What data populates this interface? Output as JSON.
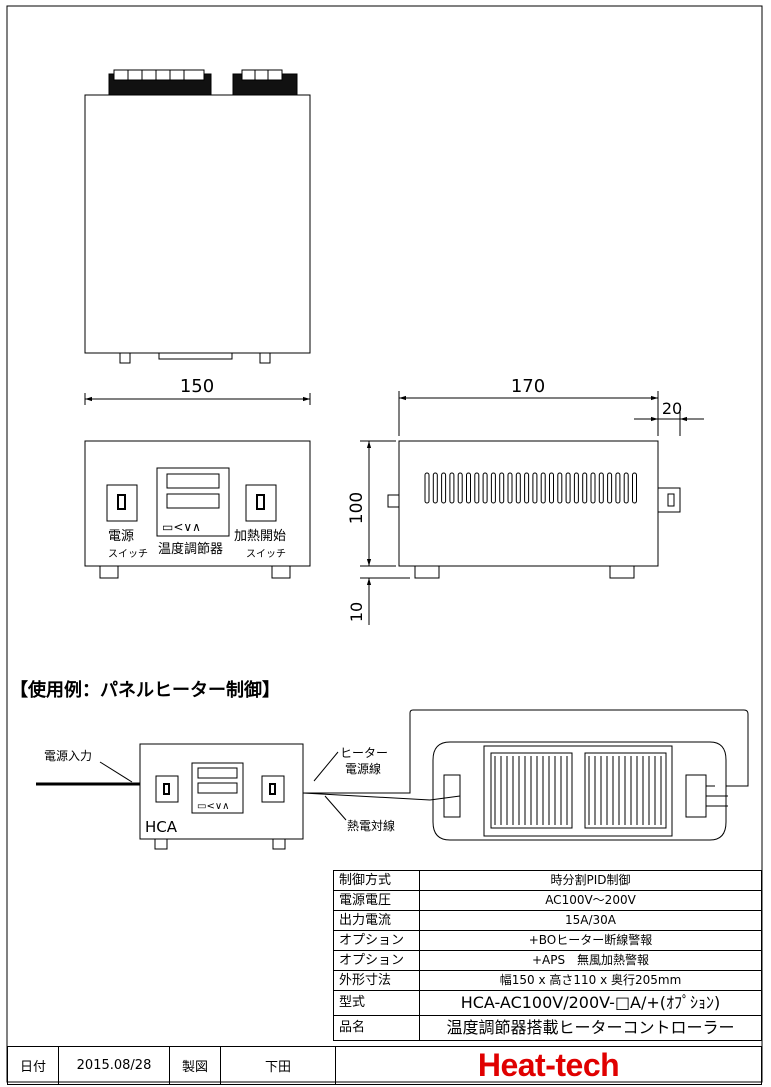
{
  "drawing": {
    "dimensions": {
      "width": "150",
      "depth": "170",
      "rear_protrusion": "20",
      "height": "100",
      "foot_height": "10"
    },
    "front_labels": {
      "power": "電源",
      "power_sub": "スイッチ",
      "controller": "温度調節器",
      "heat_start": "加熱開始",
      "heat_start_sub": "スイッチ"
    }
  },
  "example": {
    "title": "【使用例：パネルヒーター制御】",
    "power_input": "電源入力",
    "heater_wire_1": "ヒーター",
    "heater_wire_2": "電源線",
    "thermocouple": "熱電対線",
    "unit_label": "HCA",
    "controller_keys": "▭<∨∧"
  },
  "spec_table": [
    {
      "key": "制御方式",
      "value": "時分割PID制御"
    },
    {
      "key": "電源電圧",
      "value": "AC100V～200V"
    },
    {
      "key": "出力電流",
      "value": "15A/30A"
    },
    {
      "key": "オプション",
      "value": "+BOヒーター断線警報"
    },
    {
      "key": "オプション",
      "value": "+APS　無風加熱警報"
    },
    {
      "key": "外形寸法",
      "value": "幅150 x 高さ110 x 奥行205mm"
    }
  ],
  "model": {
    "key": "型式",
    "value": "HCA-AC100V/200V-□A/+(ｵﾌﾟｼｮﾝ)"
  },
  "product": {
    "key": "品名",
    "value": "温度調節器搭載ヒーターコントローラー"
  },
  "footer": {
    "date_label": "日付",
    "date": "2015.08/28",
    "drawn_label": "製図",
    "drawn_by": "下田",
    "brand": "Heat-tech",
    "brand_color": "#e00000"
  }
}
